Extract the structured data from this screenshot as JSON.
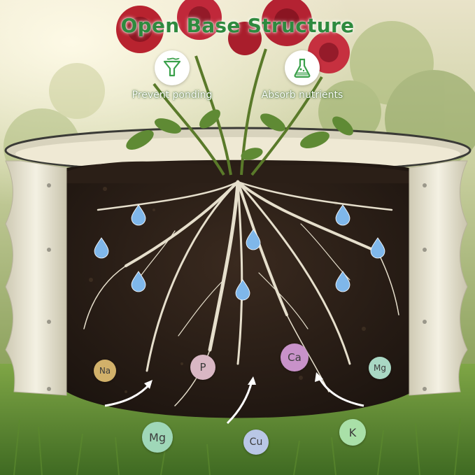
{
  "title": "Open Base Structure",
  "features": [
    {
      "label": "Prevent ponding",
      "icon": "water-funnel-icon"
    },
    {
      "label": "Absorb nutrients",
      "icon": "flask-icon"
    }
  ],
  "nutrients": [
    {
      "symbol": "Na",
      "color": "#d2b16a"
    },
    {
      "symbol": "P",
      "color": "#d9b7c4"
    },
    {
      "symbol": "Ca",
      "color": "#c892c9"
    },
    {
      "symbol": "Mg",
      "color": "#a9d8c4"
    },
    {
      "symbol": "Mg",
      "color": "#9fd7b8"
    },
    {
      "symbol": "Cu",
      "color": "#b9c7e6"
    },
    {
      "symbol": "K",
      "color": "#a9e0a8"
    }
  ],
  "colors": {
    "title": "#2e8a3e",
    "soil": "#2a1e17",
    "planter": "#ece8d6",
    "root": "#e6dfcc",
    "water": "#7fb7ea"
  }
}
